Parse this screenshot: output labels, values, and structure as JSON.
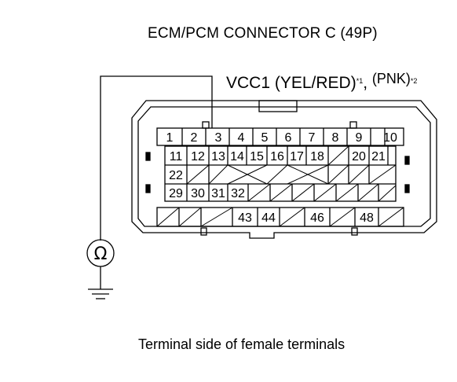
{
  "title": "ECM/PCM CONNECTOR C (49P)",
  "wire_label": {
    "main": "VCC1 (YEL/RED)",
    "note1": "*1",
    "comma": ",",
    "alt": "(PNK)",
    "note2": "*2"
  },
  "caption": "Terminal side of female terminals",
  "meter_symbol": "Ω",
  "terminals": {
    "row1": [
      "1",
      "2",
      "3",
      "4",
      "5",
      "6",
      "7",
      "8",
      "9",
      "10"
    ],
    "row2": [
      "11",
      "12",
      "13",
      "14",
      "15",
      "16",
      "17",
      "18",
      "",
      "20",
      "21"
    ],
    "row3": [
      "22"
    ],
    "row4": [
      "29",
      "30",
      "31",
      "32"
    ],
    "row5": [
      "43",
      "44",
      "46",
      "48"
    ]
  }
}
